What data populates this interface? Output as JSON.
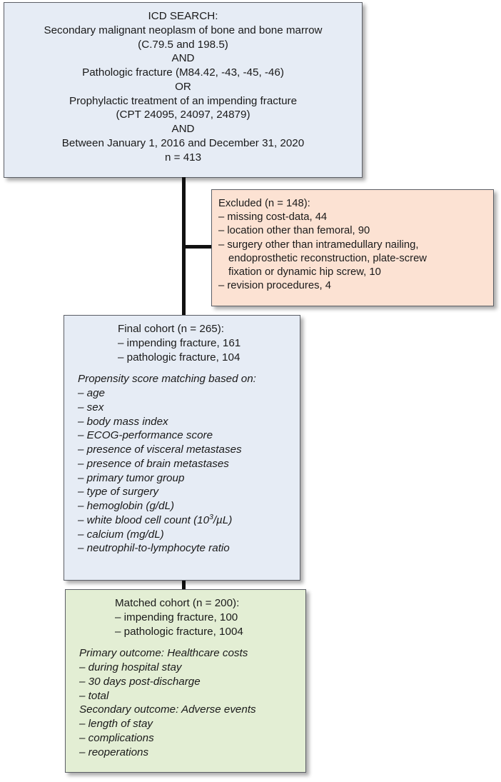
{
  "diagram": {
    "title": "Patient selection flow diagram",
    "colors": {
      "search_box_fill": "#e6ecf5",
      "excluded_box_fill": "#fce2d3",
      "final_box_fill": "#e6ecf5",
      "matched_box_fill": "#e3eed4",
      "border": "#5c5f66",
      "connector": "#111111"
    }
  },
  "icd_search": {
    "lines": [
      "ICD SEARCH:",
      "Secondary malignant neoplasm of bone and bone marrow",
      "(C.79.5 and 198.5)",
      "AND",
      "Pathologic fracture (M84.42, -43, -45, -46)",
      "OR",
      "Prophylactic treatment of an impending fracture",
      "(CPT 24095, 24097, 24879)",
      "AND",
      "Between January 1, 2016 and December 31, 2020",
      "n = 413"
    ]
  },
  "excluded": {
    "header": "Excluded (n = 148):",
    "items": [
      "– missing cost-data, 44",
      "– location other than femoral, 90",
      "– surgery other than intramedullary nailing,",
      "– revision procedures, 4"
    ],
    "continuation_lines": [
      "endoprosthetic reconstruction, plate-screw",
      "fixation or dynamic hip screw, 10"
    ]
  },
  "final_cohort": {
    "header_lines": [
      "Final cohort (n = 265):",
      "– impending fracture, 161",
      "– pathologic fracture, 104"
    ],
    "psm_header": "Propensity score matching based on:",
    "psm_items": [
      "– age",
      "– sex",
      "– body mass index",
      "– ECOG-performance score",
      "– presence of visceral metastases",
      "– presence of brain metastases",
      "– primary tumor group",
      "– type of surgery",
      "– hemoglobin (g/dL)",
      "– calcium (mg/dL)",
      "– neutrophil-to-lymphocyte ratio"
    ],
    "wbc_item_prefix": "– white blood cell count (10",
    "wbc_item_sup": "3",
    "wbc_item_suffix": "/µL)"
  },
  "matched_cohort": {
    "header_lines": [
      "Matched cohort (n = 200):",
      "– impending fracture, 100",
      "– pathologic fracture, 1004"
    ],
    "primary_outcome_header": "Primary outcome: Healthcare costs",
    "primary_outcome_items": [
      "– during hospital stay",
      "– 30 days post-discharge",
      "– total"
    ],
    "secondary_outcome_header": "Secondary outcome: Adverse events",
    "secondary_outcome_items": [
      "– length of stay",
      "– complications",
      "– reoperations"
    ]
  }
}
